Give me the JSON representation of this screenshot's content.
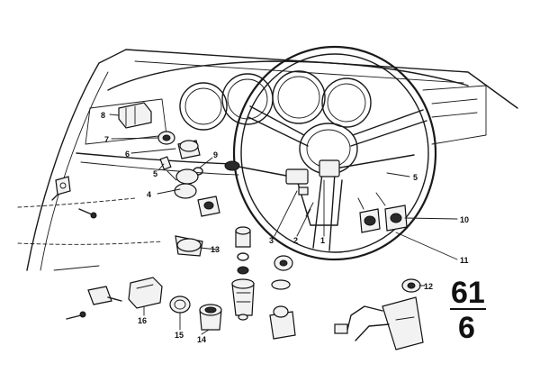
{
  "diagram": {
    "labels": [
      "1",
      "2",
      "3",
      "4",
      "5",
      "5",
      "6",
      "7",
      "8",
      "9",
      "10",
      "11",
      "12",
      "13",
      "14",
      "15",
      "16"
    ],
    "group_top": "61",
    "group_bottom": "6"
  }
}
